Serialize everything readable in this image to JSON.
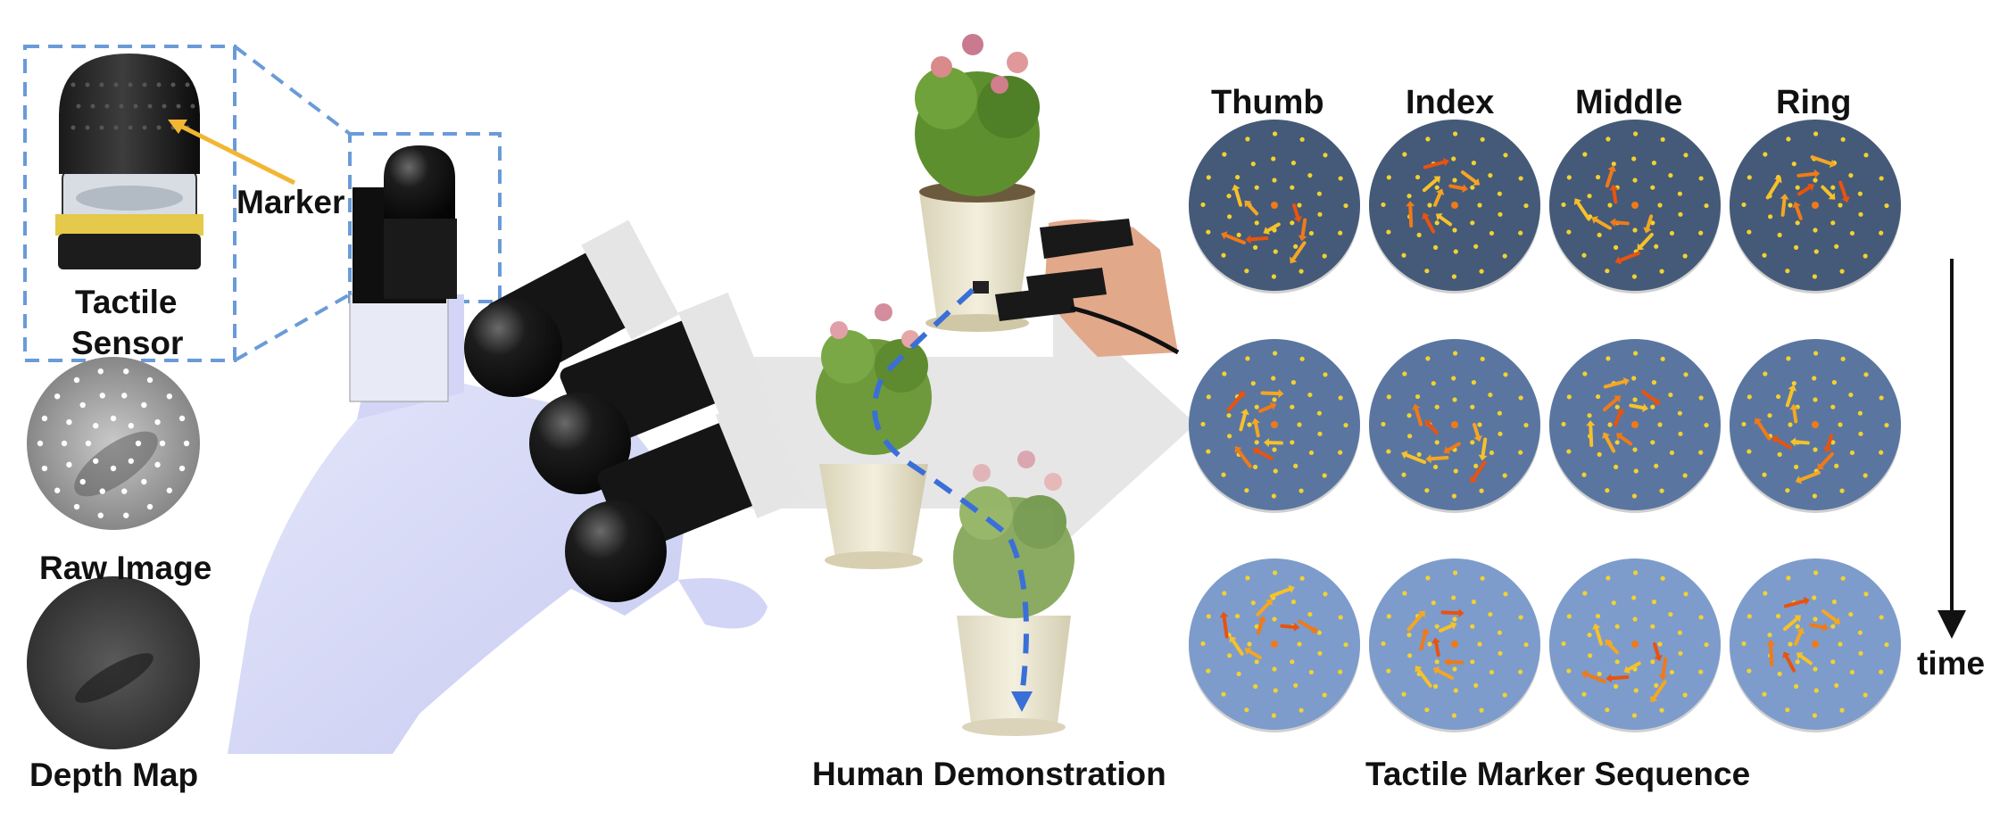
{
  "labels": {
    "marker": "Marker",
    "tactile_sensor": [
      "Tactile",
      "Sensor"
    ],
    "raw_image": "Raw Image",
    "depth_map": "Depth Map",
    "human_demonstration": "Human Demonstration",
    "tactile_marker_sequence": "Tactile Marker Sequence",
    "time": "time"
  },
  "columns": [
    "Thumb",
    "Index",
    "Middle",
    "Ring"
  ],
  "tactile_grid": {
    "rows": 3,
    "row_backgrounds": [
      "#455a78",
      "#5a76a0",
      "#7d9ccb"
    ],
    "marker_color": "#f2d22e",
    "arrow_colors": [
      "#e8530f",
      "#f07a18",
      "#f5a623",
      "#f6c12a"
    ]
  },
  "colors": {
    "dashed_box": "#6a9bd8",
    "trajectory": "#3b6fd8",
    "marker_pointer": "#f2b632",
    "hand": "#d9dcf6",
    "finger_cap": "#141414"
  }
}
